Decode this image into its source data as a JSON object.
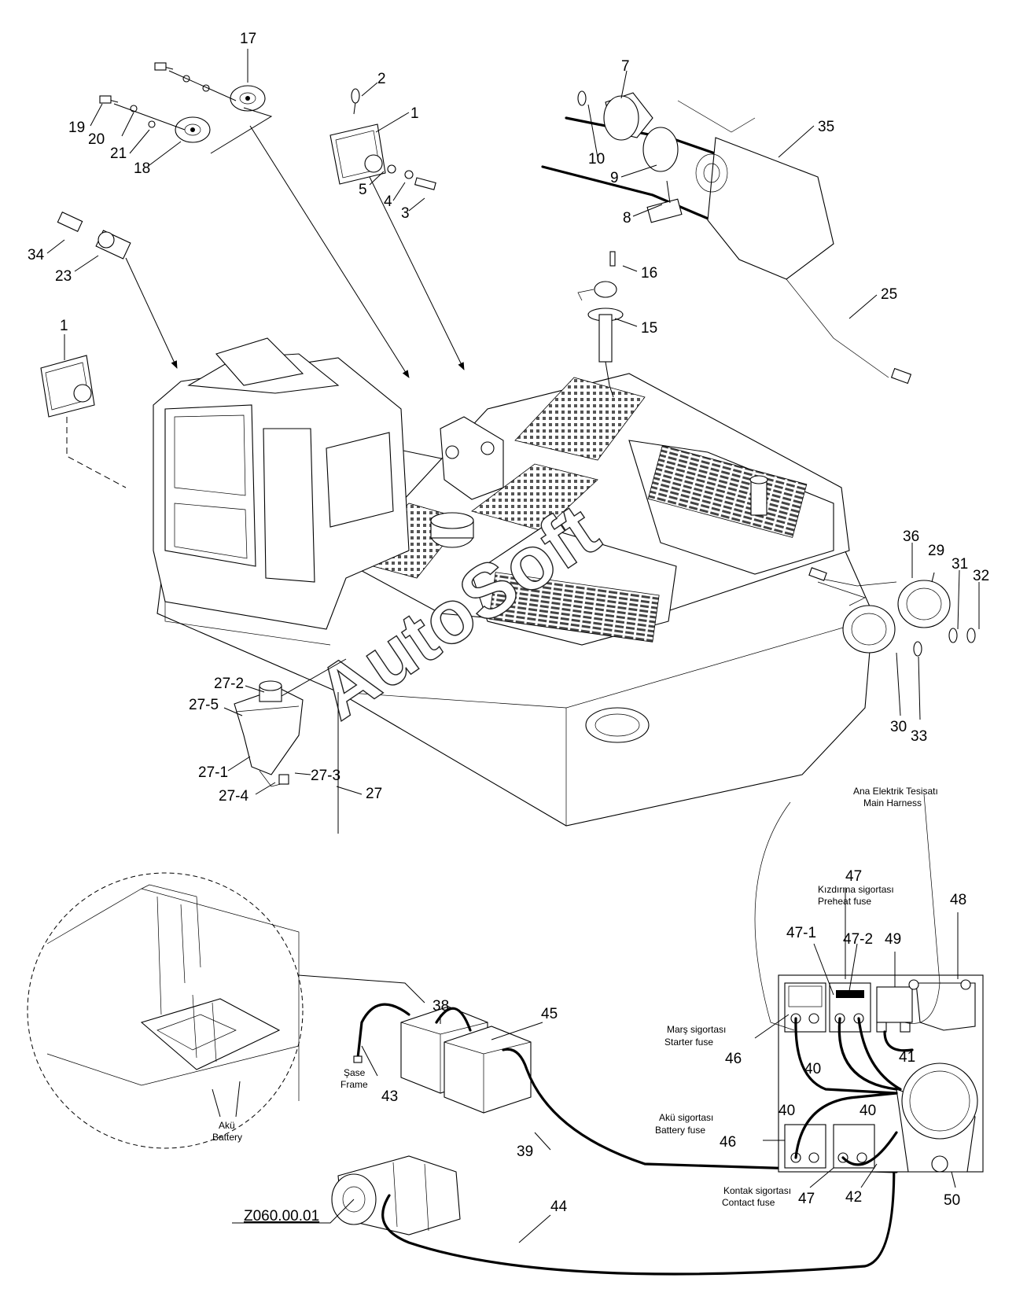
{
  "callouts": [
    {
      "id": "17",
      "text": "17"
    },
    {
      "id": "19",
      "text": "19"
    },
    {
      "id": "20",
      "text": "20"
    },
    {
      "id": "21",
      "text": "21"
    },
    {
      "id": "18",
      "text": "18"
    },
    {
      "id": "2",
      "text": "2"
    },
    {
      "id": "1a",
      "text": "1"
    },
    {
      "id": "5",
      "text": "5"
    },
    {
      "id": "4",
      "text": "4"
    },
    {
      "id": "3",
      "text": "3"
    },
    {
      "id": "7",
      "text": "7"
    },
    {
      "id": "35",
      "text": "35"
    },
    {
      "id": "10",
      "text": "10"
    },
    {
      "id": "9",
      "text": "9"
    },
    {
      "id": "8",
      "text": "8"
    },
    {
      "id": "16",
      "text": "16"
    },
    {
      "id": "15",
      "text": "15"
    },
    {
      "id": "25",
      "text": "25"
    },
    {
      "id": "34",
      "text": "34"
    },
    {
      "id": "23",
      "text": "23"
    },
    {
      "id": "1b",
      "text": "1"
    },
    {
      "id": "36",
      "text": "36"
    },
    {
      "id": "29",
      "text": "29"
    },
    {
      "id": "31",
      "text": "31"
    },
    {
      "id": "32",
      "text": "32"
    },
    {
      "id": "30",
      "text": "30"
    },
    {
      "id": "33",
      "text": "33"
    },
    {
      "id": "27-2",
      "text": "27-2"
    },
    {
      "id": "27-5",
      "text": "27-5"
    },
    {
      "id": "27-1",
      "text": "27-1"
    },
    {
      "id": "27-3",
      "text": "27-3"
    },
    {
      "id": "27-4",
      "text": "27-4"
    },
    {
      "id": "27",
      "text": "27"
    },
    {
      "id": "47top",
      "text": "47"
    },
    {
      "id": "48",
      "text": "48"
    },
    {
      "id": "47-1",
      "text": "47-1"
    },
    {
      "id": "47-2",
      "text": "47-2"
    },
    {
      "id": "49",
      "text": "49"
    },
    {
      "id": "46a",
      "text": "46"
    },
    {
      "id": "41",
      "text": "41"
    },
    {
      "id": "40a",
      "text": "40"
    },
    {
      "id": "40b",
      "text": "40"
    },
    {
      "id": "40c",
      "text": "40"
    },
    {
      "id": "46b",
      "text": "46"
    },
    {
      "id": "47bot",
      "text": "47"
    },
    {
      "id": "42",
      "text": "42"
    },
    {
      "id": "50",
      "text": "50"
    },
    {
      "id": "38",
      "text": "38"
    },
    {
      "id": "45",
      "text": "45"
    },
    {
      "id": "43",
      "text": "43"
    },
    {
      "id": "39",
      "text": "39"
    },
    {
      "id": "44",
      "text": "44"
    }
  ],
  "labels": {
    "main_harness_tr": "Ana Elektrik Tesisatı",
    "main_harness_en": "Main Harness",
    "preheat_tr": "Kızdırma sigortası",
    "preheat_en": "Preheat fuse",
    "starter_tr": "Marş sigortası",
    "starter_en": "Starter fuse",
    "battery_fuse_tr": "Akü sigortası",
    "battery_fuse_en": "Battery fuse",
    "contact_tr": "Kontak sigortası",
    "contact_en": "Contact fuse",
    "frame_tr": "Şase",
    "frame_en": "Frame",
    "battery_tr": "Akü",
    "battery_en": "Battery",
    "ref_code": "Z060.00.01",
    "watermark": "AutoSoft"
  }
}
